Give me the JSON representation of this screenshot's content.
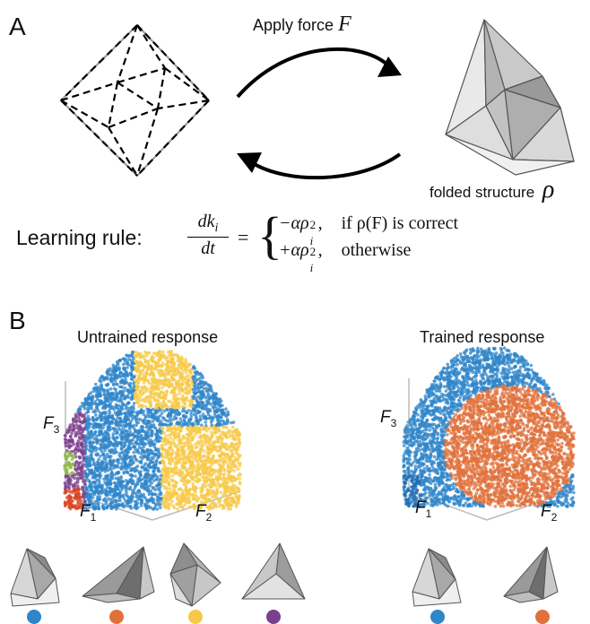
{
  "panel_a": {
    "label": "A",
    "apply_force": "Apply force",
    "force_symbol": "F",
    "folded_structure": "folded structure",
    "rho_symbol": "ρ",
    "learning_rule_label": "Learning rule:",
    "lhs_num": "dk",
    "lhs_num_sub": "i",
    "lhs_den": "dt",
    "equals": "=",
    "case1_expr": "−αρ",
    "case1_sup": "2",
    "case1_sub": "i",
    "case1_cond": "if ρ(F) is correct",
    "case2_expr": "+αρ",
    "case2_sup": "2",
    "case2_sub": "i",
    "case2_cond": "otherwise"
  },
  "panel_b": {
    "label": "B",
    "untrained_title": "Untrained response",
    "trained_title": "Trained response",
    "axis_f1": "F",
    "axis_f1_sub": "1",
    "axis_f2": "F",
    "axis_f2_sub": "2",
    "axis_f3": "F",
    "axis_f3_sub": "3",
    "colors": {
      "blue": "#2f86c9",
      "orange": "#e0713c",
      "yellow": "#f7c94a",
      "purple": "#7b3f8e",
      "green": "#8cb84a",
      "red": "#d8431f"
    },
    "legend_untrained": [
      "blue",
      "orange",
      "yellow",
      "purple"
    ],
    "legend_trained": [
      "blue",
      "orange"
    ]
  }
}
